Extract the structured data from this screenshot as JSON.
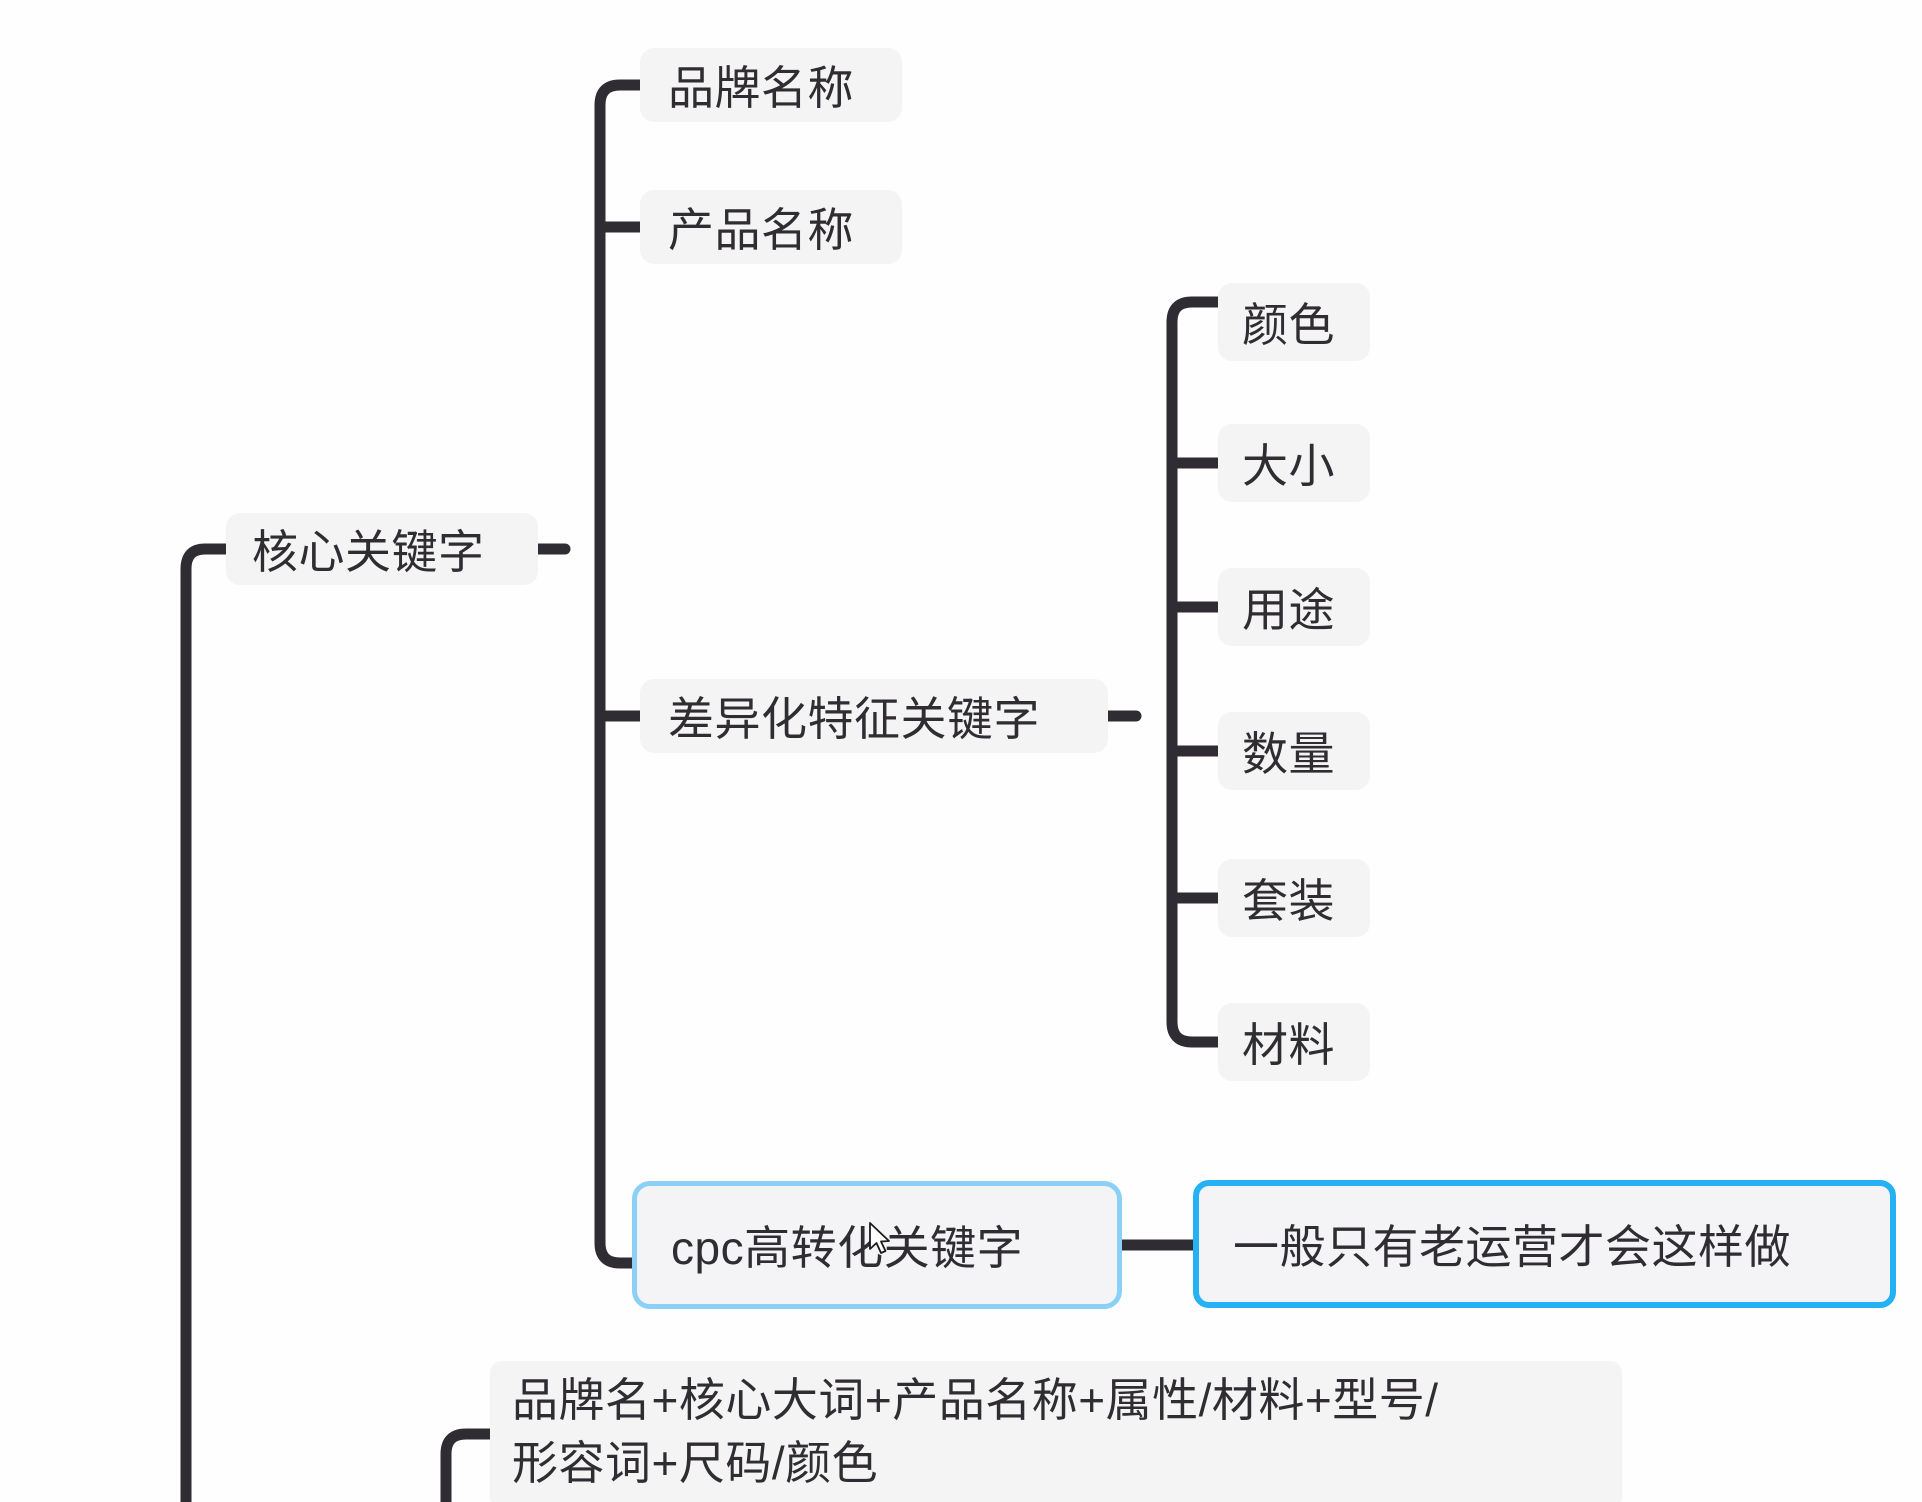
{
  "diagram": {
    "type": "mind-map",
    "title": "核心关键字",
    "root": {
      "id": "root",
      "label": "核心关键字",
      "style": "plain"
    },
    "nodes": [
      {
        "id": "brand",
        "label": "品牌名称",
        "style": "plain",
        "parent": "root"
      },
      {
        "id": "product",
        "label": "产品名称",
        "style": "plain",
        "parent": "root"
      },
      {
        "id": "diff",
        "label": "差异化特征关键字",
        "style": "plain",
        "parent": "root"
      },
      {
        "id": "color",
        "label": "颜色",
        "style": "plain",
        "parent": "diff"
      },
      {
        "id": "size",
        "label": "大小",
        "style": "plain",
        "parent": "diff"
      },
      {
        "id": "usage",
        "label": "用途",
        "style": "plain",
        "parent": "diff"
      },
      {
        "id": "qty",
        "label": "数量",
        "style": "plain",
        "parent": "diff"
      },
      {
        "id": "set",
        "label": "套装",
        "style": "plain",
        "parent": "diff"
      },
      {
        "id": "material",
        "label": "材料",
        "style": "plain",
        "parent": "diff"
      },
      {
        "id": "cpc",
        "label": "cpc高转化关键字",
        "style": "highlight-light",
        "parent": "root"
      },
      {
        "id": "note",
        "label": "一般只有老运营才会这样做",
        "style": "highlight-strong",
        "parent": "cpc"
      },
      {
        "id": "formula",
        "label": "品牌名+核心大词+产品名称+属性/材料+型号/\n形容词+尺码/颜色",
        "style": "plain",
        "parent": "root"
      }
    ],
    "colors": {
      "node_fill": "#f4f4f6",
      "text": "#2f2d31",
      "edge": "#2f2d33",
      "highlight_light_border": "#8ad0f7",
      "highlight_strong_border": "#24b2f5",
      "canvas": "#fefefe"
    },
    "cursor": {
      "name": "mouse-pointer",
      "visible": true
    }
  }
}
